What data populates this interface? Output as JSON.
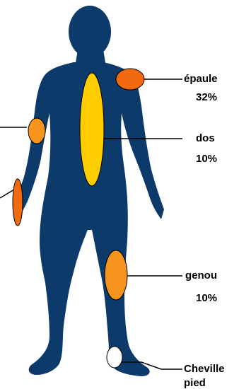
{
  "colors": {
    "figure": "#0c3a6a",
    "high": "#f26a10",
    "medium": "#f7941d",
    "low": "#ffcc00",
    "none": "#ffffff",
    "outline": "#000000"
  },
  "markers": [
    {
      "id": "shoulder",
      "level": "high"
    },
    {
      "id": "back",
      "level": "low"
    },
    {
      "id": "elbow",
      "level": "medium"
    },
    {
      "id": "wrist",
      "level": "high"
    },
    {
      "id": "knee",
      "level": "medium"
    },
    {
      "id": "ankle",
      "level": "none"
    }
  ],
  "labels": {
    "shoulder": {
      "name": "épaule",
      "pct": "32%"
    },
    "back": {
      "name": "dos",
      "pct": "10%"
    },
    "knee": {
      "name": "genou",
      "pct": "10%"
    },
    "ankle": {
      "name": "Cheville",
      "sub": "pied"
    }
  }
}
